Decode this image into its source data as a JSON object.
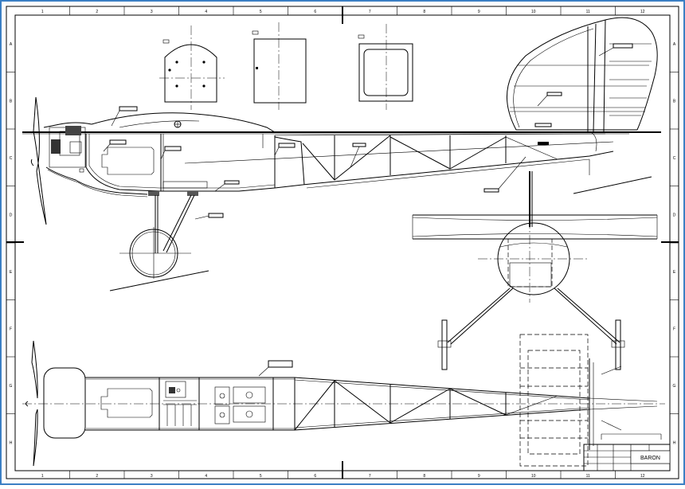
{
  "drawing": {
    "title": "BARON",
    "column_refs": [
      "1",
      "2",
      "3",
      "4",
      "5",
      "6",
      "7",
      "8",
      "9",
      "10",
      "11",
      "12"
    ],
    "row_refs": [
      "A",
      "B",
      "C",
      "D",
      "E",
      "F",
      "G",
      "H"
    ]
  },
  "colors": {
    "border": "#3b7fc4",
    "ink": "#000000",
    "paper": "#ffffff"
  }
}
